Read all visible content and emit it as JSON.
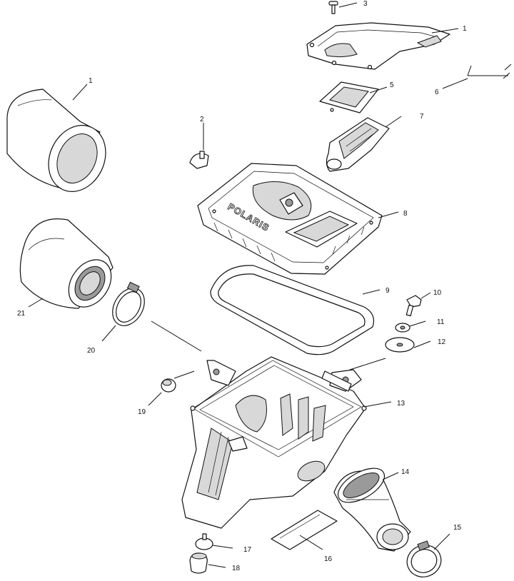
{
  "diagram": {
    "logo_text": "POLARIS",
    "callouts": {
      "c1a": "1",
      "c1b": "1",
      "c2": "2",
      "c3": "3",
      "c5": "5",
      "c6": "6",
      "c7": "7",
      "c8": "8",
      "c9": "9",
      "c10": "10",
      "c11": "11",
      "c12": "12",
      "c13": "13",
      "c14": "14",
      "c15": "15",
      "c16": "16",
      "c17": "17",
      "c18": "18",
      "c19": "19",
      "c20": "20",
      "c21": "21"
    }
  }
}
